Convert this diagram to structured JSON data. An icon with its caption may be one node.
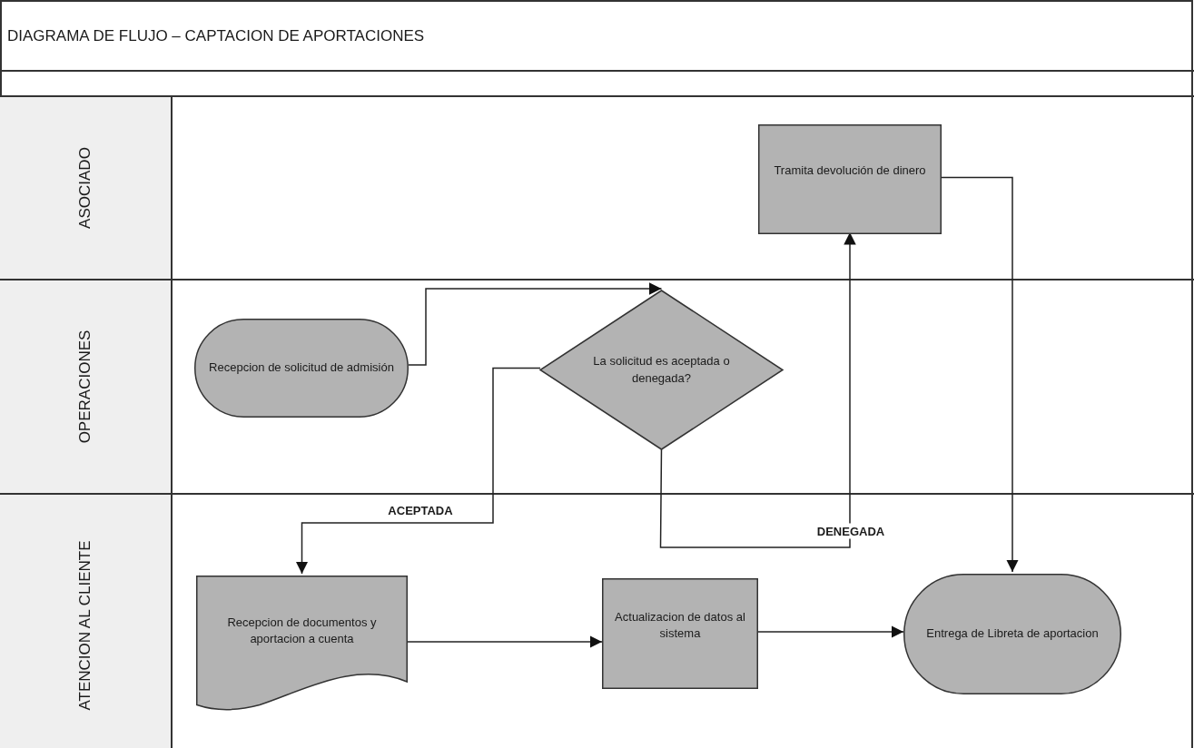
{
  "diagram": {
    "title": "DIAGRAMA DE FLUJO – CAPTACION DE APORTACIONES",
    "nodes": [
      {
        "text": [
          "ASOCIADO"
        ]
      },
      {
        "text": [
          "OPERACIONES"
        ]
      },
      {
        "text": [
          "ATENCION AL CLIENTE"
        ]
      },
      {
        "text": [
          "Tramita devolución de dinero"
        ],
        "in": 0
      },
      {
        "text": [
          "Recepcion de solicitud de admisión"
        ],
        "in": 1
      },
      {
        "text": [
          "La solicitud es aceptada o denegada?"
        ],
        "in": 1
      },
      {
        "text": [
          "Recepcion de documentos y aportacion a cuenta"
        ],
        "in": 2
      },
      {
        "text": [
          "Actualizacion de datos al sistema"
        ],
        "in": 2
      },
      {
        "text": [
          "Entrega de Libreta de aportacion"
        ],
        "in": 2
      }
    ],
    "edges": [
      {
        "from": 4,
        "to": 5,
        "arrow": "to"
      },
      {
        "from": 5,
        "to": 6,
        "arrow": "to",
        "label": "ACEPTADA"
      },
      {
        "from": 5,
        "to": 3,
        "arrow": "to",
        "label": "DENEGADA"
      },
      {
        "from": 3,
        "to": 8,
        "arrow": "to"
      },
      {
        "from": 6,
        "to": 7,
        "arrow": "to"
      },
      {
        "from": 7,
        "to": 8,
        "arrow": "to"
      }
    ]
  }
}
